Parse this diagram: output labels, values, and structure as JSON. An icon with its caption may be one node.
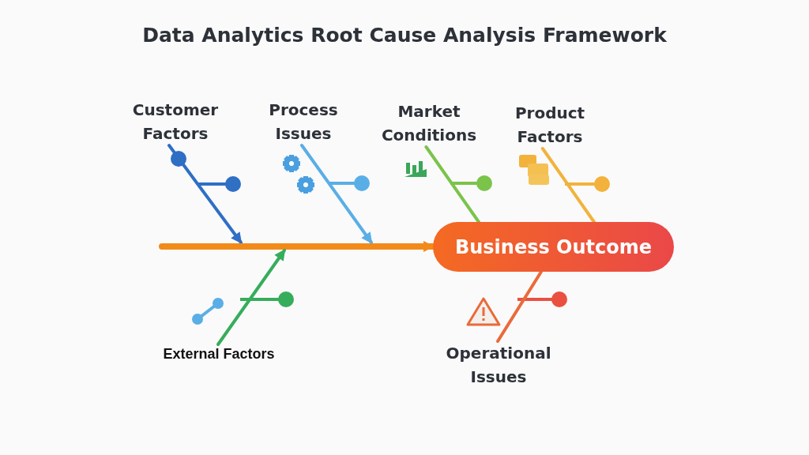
{
  "diagram": {
    "title": "Data Analytics Root Cause Analysis Framework",
    "nodes": [
      {
        "text": [
          "Customer Factors"
        ]
      },
      {
        "text": [
          "Process Issues"
        ]
      },
      {
        "text": [
          "Market Conditions"
        ]
      },
      {
        "text": [
          "Product Factors"
        ]
      },
      {
        "text": [
          "Business Outcome"
        ]
      },
      {
        "text": [
          "External Factors"
        ]
      },
      {
        "text": [
          "Operational Issues"
        ]
      }
    ],
    "edges": [
      {
        "from": 0,
        "to": null,
        "arrow": "to",
        "color": "#2f6fc4"
      },
      {
        "from": 1,
        "to": null,
        "arrow": "to",
        "color": "#5aaee6"
      },
      {
        "from": 2,
        "to": 4,
        "arrow": "none",
        "color": "#7cc34a"
      },
      {
        "from": 3,
        "to": 4,
        "arrow": "none",
        "color": "#f2b23c"
      },
      {
        "from": null,
        "to": 4,
        "arrow": "to",
        "style": "thick",
        "color": "#f28a1a"
      },
      {
        "from": 5,
        "to": null,
        "arrow": "to",
        "color": "#36ad5a"
      },
      {
        "from": 6,
        "to": 4,
        "arrow": "none",
        "color": "#ea6a3a"
      }
    ]
  }
}
